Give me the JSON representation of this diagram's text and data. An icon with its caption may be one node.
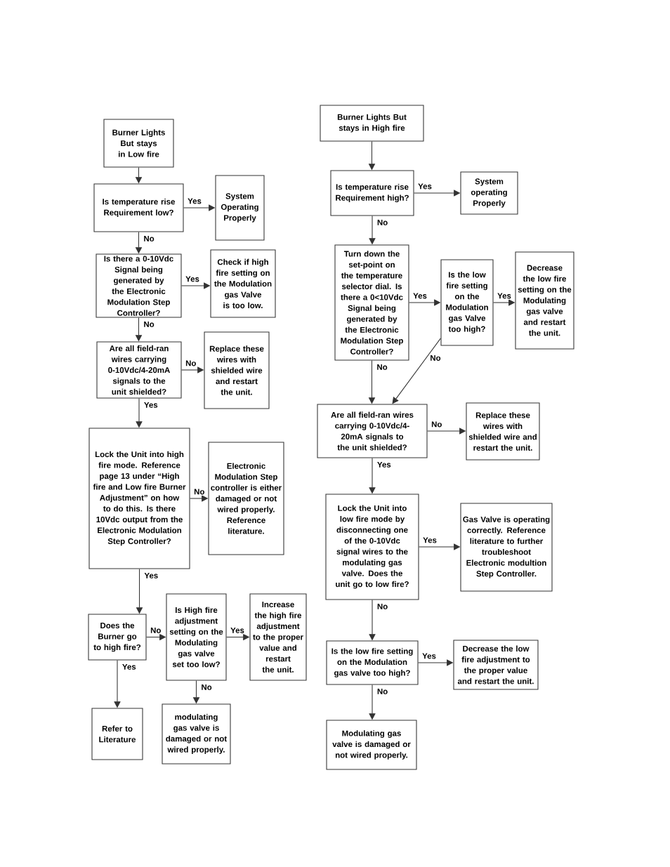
{
  "diagram": {
    "nodes": [
      {
        "text": [
          "Burner Lights But stays in Low fire"
        ]
      },
      {
        "text": [
          "Is temperature rise Requirement low?"
        ]
      },
      {
        "text": [
          "System Operating Properly"
        ]
      },
      {
        "text": [
          "Is there a 0-10Vdc Signal being generated by the Electronic Modulation Step Controller?"
        ]
      },
      {
        "text": [
          "Check if high fire setting on the Modulation gas Valve is too low."
        ]
      },
      {
        "text": [
          "Are all field-ran wires carrying 0-10Vdc/4-20mA signals to the unit shielded?"
        ]
      },
      {
        "text": [
          "Replace these wires with shielded wire and restart the unit."
        ]
      },
      {
        "text": [
          "Lock the Unit into high fire mode. Reference page 13 under “High fire and Low fire Burner Adjustment” on how to do this.  Is there 10Vdc output from the Electronic Modulation Step Controller?"
        ]
      },
      {
        "text": [
          "Electronic Modulation Step controller is either damaged or not wired properly. Reference literature."
        ]
      },
      {
        "text": [
          "Does the Burner go to high fire?"
        ]
      },
      {
        "text": [
          "Is High fire adjustment setting  on the Modulating gas valve set too low?"
        ]
      },
      {
        "text": [
          "Increase the high fire adjustment to the proper value and restart the unit."
        ]
      },
      {
        "text": [
          "Refer to Literature"
        ]
      },
      {
        "text": [
          "modulating gas valve is damaged or not wired properly."
        ]
      },
      {
        "text": [
          "Burner Lights But stays in High fire"
        ]
      },
      {
        "text": [
          "Is temperature rise Requirement high?"
        ]
      },
      {
        "text": [
          "System operating Properly"
        ]
      },
      {
        "text": [
          "Turn down the set-point on the temperature selector dial. Is there a 0<10Vdc Signal being generated by the Electronic Modulation Step Controller?"
        ]
      },
      {
        "text": [
          "Is the low fire setting on the Modulation gas Valve too high?"
        ]
      },
      {
        "text": [
          "Decrease the low fire setting on the Modulating gas valve and restart the unit."
        ]
      },
      {
        "text": [
          "Are all field-ran wires carrying 0-10Vdc/4-20mA signals to the unit shielded?"
        ]
      },
      {
        "text": [
          "Replace these wires with shielded wire and restart the unit."
        ]
      },
      {
        "text": [
          "Lock the Unit into low fire mode by disconnecting one of the 0-10Vdc signal wires to the modulating gas valve.  Does the unit go to low fire?"
        ]
      },
      {
        "text": [
          "Gas Valve is operating correctly. Reference literature to further troubleshoot Electronic modultion Step Controller."
        ]
      },
      {
        "text": [
          "Is the low fire setting on the Modulation gas valve too high?"
        ]
      },
      {
        "text": [
          "Decrease the low fire adjustment to the proper value and restart the unit."
        ]
      },
      {
        "text": [
          "Modulating gas valve is damaged or not wired properly."
        ]
      }
    ],
    "edges": [
      {
        "from": 0,
        "to": 1,
        "arrow": "to"
      },
      {
        "from": 1,
        "to": 2,
        "arrow": "to",
        "label": "Yes"
      },
      {
        "from": 1,
        "to": 3,
        "arrow": "to",
        "label": "No"
      },
      {
        "from": 3,
        "to": 4,
        "arrow": "to",
        "label": "Yes"
      },
      {
        "from": 3,
        "to": 5,
        "arrow": "to",
        "label": "No"
      },
      {
        "from": 5,
        "to": 6,
        "arrow": "to",
        "label": "No"
      },
      {
        "from": 5,
        "to": 7,
        "arrow": "to",
        "label": "Yes"
      },
      {
        "from": 7,
        "to": 8,
        "arrow": "to",
        "label": "No"
      },
      {
        "from": 7,
        "to": 9,
        "arrow": "to",
        "label": "Yes"
      },
      {
        "from": 9,
        "to": 10,
        "arrow": "to",
        "label": "No"
      },
      {
        "from": 10,
        "to": 11,
        "arrow": "to",
        "label": "Yes"
      },
      {
        "from": 9,
        "to": 12,
        "arrow": "to",
        "label": "Yes"
      },
      {
        "from": 10,
        "to": 13,
        "arrow": "to",
        "label": "No"
      },
      {
        "from": 14,
        "to": 15,
        "arrow": "to"
      },
      {
        "from": 15,
        "to": 16,
        "arrow": "to",
        "label": "Yes"
      },
      {
        "from": 15,
        "to": 17,
        "arrow": "to",
        "label": "No"
      },
      {
        "from": 17,
        "to": 18,
        "arrow": "to",
        "label": "Yes"
      },
      {
        "from": 18,
        "to": 19,
        "arrow": "to",
        "label": "Yes"
      },
      {
        "from": 17,
        "to": 20,
        "arrow": "to",
        "label": "No"
      },
      {
        "from": 18,
        "to": 20,
        "arrow": "to",
        "label": "No"
      },
      {
        "from": 20,
        "to": 21,
        "arrow": "to",
        "label": "No"
      },
      {
        "from": 20,
        "to": 22,
        "arrow": "to",
        "label": "Yes"
      },
      {
        "from": 22,
        "to": 23,
        "arrow": "to",
        "label": "Yes"
      },
      {
        "from": 22,
        "to": 24,
        "arrow": "to",
        "label": "No"
      },
      {
        "from": 24,
        "to": 25,
        "arrow": "to",
        "label": "Yes"
      },
      {
        "from": 24,
        "to": 26,
        "arrow": "to",
        "label": "No"
      }
    ]
  }
}
